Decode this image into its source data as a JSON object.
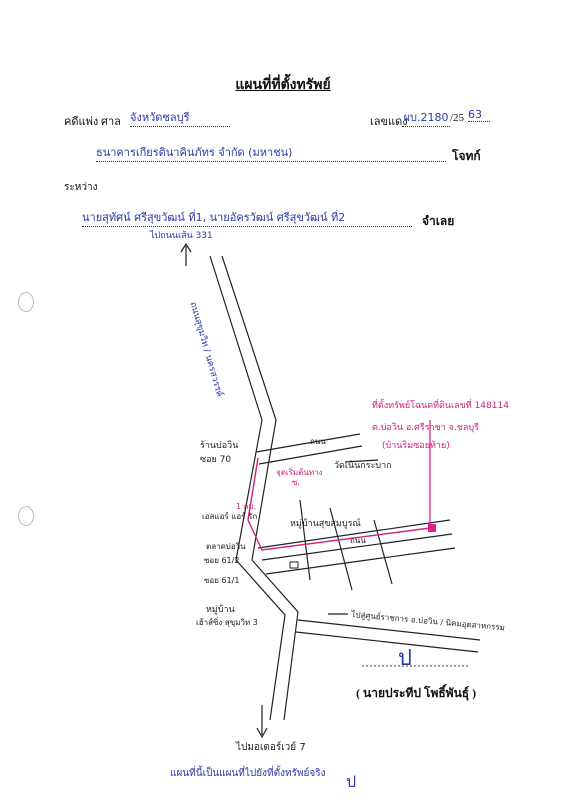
{
  "document": {
    "title": "แผนที่ที่ตั้งทรัพย์",
    "case_label": "คดีแพ่ง ศาล",
    "court_name": "จังหวัดชลบุรี",
    "case_no_label": "เลขแดง",
    "case_no": "ผบ.2180",
    "year_prefix": "/25",
    "year": "63",
    "plaintiff": "ธนาคารเกียรตินาคินภัทร จำกัด (มหาชน)",
    "plaintiff_role": "โจทก์",
    "between_label": "ระหว่าง",
    "defendant": "นายสุทัศน์ ศรีสุขวัฒน์ ที่1, นายอัครวัฒน์ ศรีสุขวัฒน์ ที่2",
    "defendant_role": "จำเลย",
    "signer_name": "( นายประทีป   โพธิ์พันธุ์ )",
    "signature_mark": "ป",
    "footer_note": "แผนที่นี้เป็นแผนที่ไปยังที่ตั้งทรัพย์จริง",
    "footer_mark": "ป"
  },
  "map_labels": {
    "top_direction": "ไปถนนเส้น 331",
    "main_road_vertical": "ถนนสุขุมวิท / นครสวรรค์",
    "road_km": "1 กม.",
    "soi_70": "ซอย 70",
    "soi_70_place": "ร้านบ่อวิน",
    "soi_70_road": "ถนน",
    "temple": "วัดเนินกระบาก",
    "entry_note": "จุดเริ่มต้นทาง",
    "entry_note2": "ซ.",
    "property_label": "ที่ตั้งทรัพย์โฉนดที่ดินเลขที่ 148114",
    "property_address": "ต.บ่อวิน อ.ศรีราชา จ.ชลบุรี",
    "property_note": "(บ้านริมซอยท้าย)",
    "village_name": "หมู่บ้านสุขสมบูรณ์",
    "shop": "เอสแอร์ แอร์ รัก",
    "soi_61_1": "ซอย 61/1",
    "soi_61_2": "ซอย 61/2",
    "left_market": "ตลาดบ่อวิน",
    "mid_road": "ถนน",
    "right_direction": "ไปสู่ศูนย์ราชการ อ.บ่อวิน / นิคมอุตสาหกรรม",
    "village_lower": "หมู่บ้าน",
    "village_lower2": "เฮ้าส์ซิ่ง สุขุมวิท 3",
    "bottom_direction": "ไปมอเตอร์เวย์ 7"
  },
  "colors": {
    "printed_text": "#111111",
    "handwriting_blue": "#2a3aa8",
    "handwriting_pink": "#d0207a",
    "road_lines": "#222222",
    "property_marker": "#e0208a"
  }
}
